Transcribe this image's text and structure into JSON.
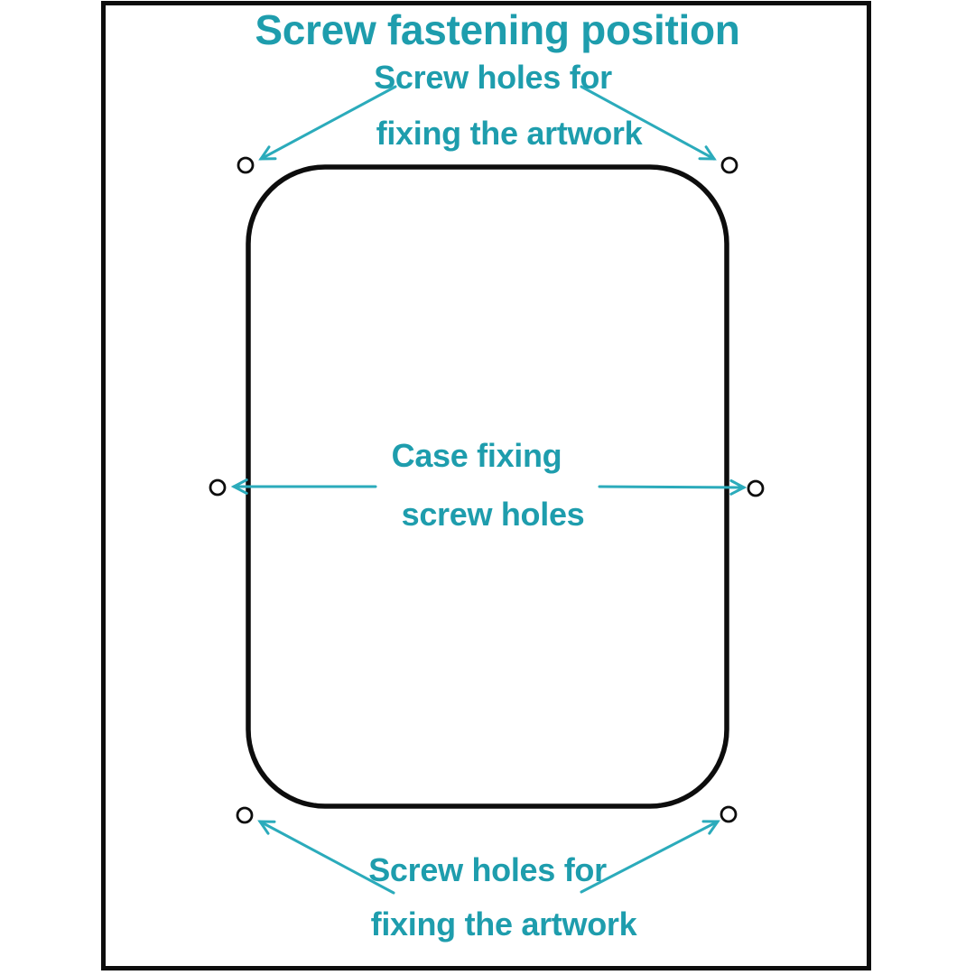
{
  "title": "Screw fastening position",
  "labels": {
    "top": {
      "line1": "Screw holes for",
      "line2": "fixing the artwork"
    },
    "center": {
      "line1": "Case fixing",
      "line2": "screw holes"
    },
    "bottom": {
      "line1": "Screw holes for",
      "line2": "fixing the artwork"
    }
  },
  "holes": [
    {
      "name": "top-left"
    },
    {
      "name": "top-right"
    },
    {
      "name": "middle-left"
    },
    {
      "name": "middle-right"
    },
    {
      "name": "bottom-left"
    },
    {
      "name": "bottom-right"
    }
  ],
  "colors": {
    "label_teal": "#1E9DAD",
    "arrow_teal": "#2BABBB",
    "outline_black": "#0D0D0D",
    "background": "#FFFFFF"
  }
}
